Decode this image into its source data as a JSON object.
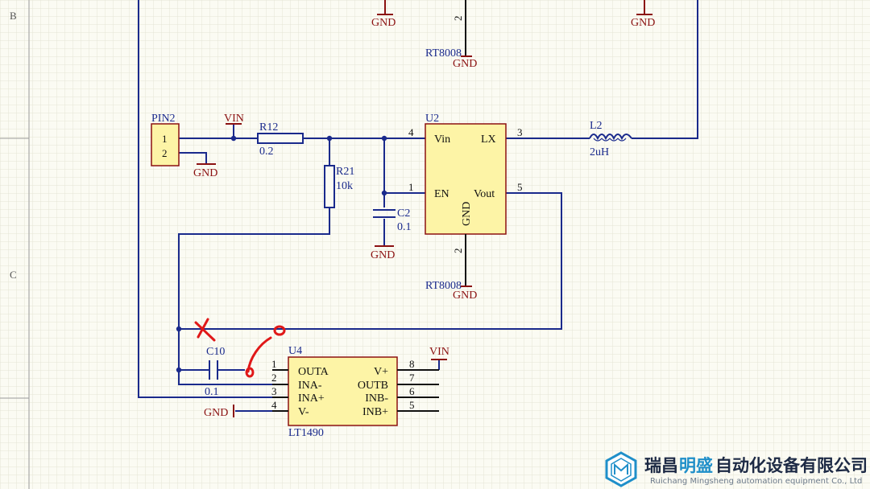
{
  "frame": {
    "zones": [
      "B",
      "C"
    ]
  },
  "labels": {
    "gnd": "GND",
    "vin": "VIN",
    "rt8008": "RT8008"
  },
  "pin2": {
    "ref": "PIN2",
    "pin1": "1",
    "pin2": "2"
  },
  "r12": {
    "ref": "R12",
    "value": "0.2"
  },
  "r21": {
    "ref": "R21",
    "value": "10k"
  },
  "c2": {
    "ref": "C2",
    "value": "0.1"
  },
  "u2": {
    "ref": "U2",
    "vin": "Vin",
    "lx": "LX",
    "en": "EN",
    "vout": "Vout",
    "gnd": "GND",
    "pin_vin": "4",
    "pin_lx": "3",
    "pin_en": "1",
    "pin_vout": "5",
    "pin_gnd": "2"
  },
  "l2": {
    "ref": "L2",
    "value": "2uH"
  },
  "c10": {
    "ref": "C10",
    "value": "0.1"
  },
  "u4": {
    "ref": "U4",
    "part": "LT1490",
    "left": [
      {
        "pin": "1",
        "name": "OUTA"
      },
      {
        "pin": "2",
        "name": "INA-"
      },
      {
        "pin": "3",
        "name": "INA+"
      },
      {
        "pin": "4",
        "name": "V-"
      }
    ],
    "right": [
      {
        "pin": "8",
        "name": "V+"
      },
      {
        "pin": "7",
        "name": "OUTB"
      },
      {
        "pin": "6",
        "name": "INB-"
      },
      {
        "pin": "5",
        "name": "INB+"
      }
    ]
  },
  "top_pins": {
    "u_top": "2"
  },
  "watermark": {
    "cn_a": "瑞昌",
    "cn_b": "明盛",
    "cn_c": "自动化设备有限公司",
    "en": "Ruichang Mingsheng automation equipment Co., Ltd"
  }
}
